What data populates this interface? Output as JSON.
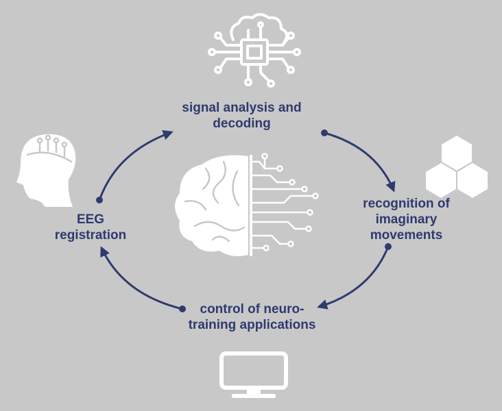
{
  "labels": {
    "signal": [
      "signal analysis and",
      "decoding"
    ],
    "recognition": [
      "recognition of",
      "imaginary",
      "movements"
    ],
    "eeg": [
      "EEG",
      "registration"
    ],
    "control": [
      "control of neuro-",
      "training applications"
    ]
  },
  "icons": {
    "top": "brain-chip-icon",
    "left": "head-circuit-icon",
    "right": "hexagon-cluster-icon",
    "bottom": "monitor-icon",
    "center": "brain-circuit-icon"
  },
  "colors": {
    "background": "#c8c8c8",
    "accent": "#2f3a6e",
    "icon": "#ffffff"
  }
}
